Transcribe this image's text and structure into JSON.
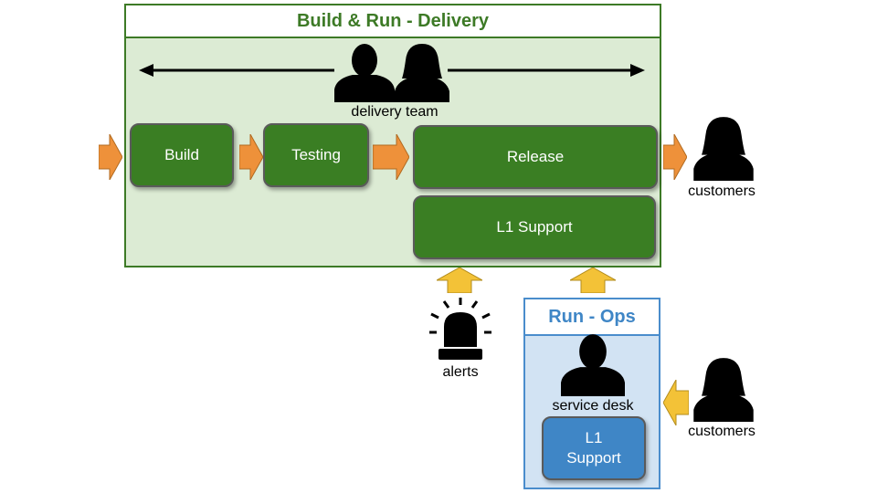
{
  "delivery": {
    "title": "Build & Run - Delivery",
    "team_label": "delivery team",
    "steps": {
      "build": "Build",
      "testing": "Testing",
      "release": "Release",
      "l1_support": "L1 Support"
    }
  },
  "ops": {
    "title": "Run - Ops",
    "service_desk_label": "service desk",
    "l1_support_line1": "L1",
    "l1_support_line2": "Support"
  },
  "external": {
    "customers_top": "customers",
    "customers_bottom": "customers",
    "alerts": "alerts"
  },
  "colors": {
    "delivery_green": "#3a7e23",
    "delivery_fill": "#dcebd4",
    "ops_blue": "#3f86c6",
    "ops_fill": "#d2e3f3",
    "flow_arrow_orange": "#ee913a",
    "support_arrow_yellow": "#f3c237"
  },
  "icons": [
    "person-male-icon",
    "person-female-icon",
    "siren-icon"
  ]
}
